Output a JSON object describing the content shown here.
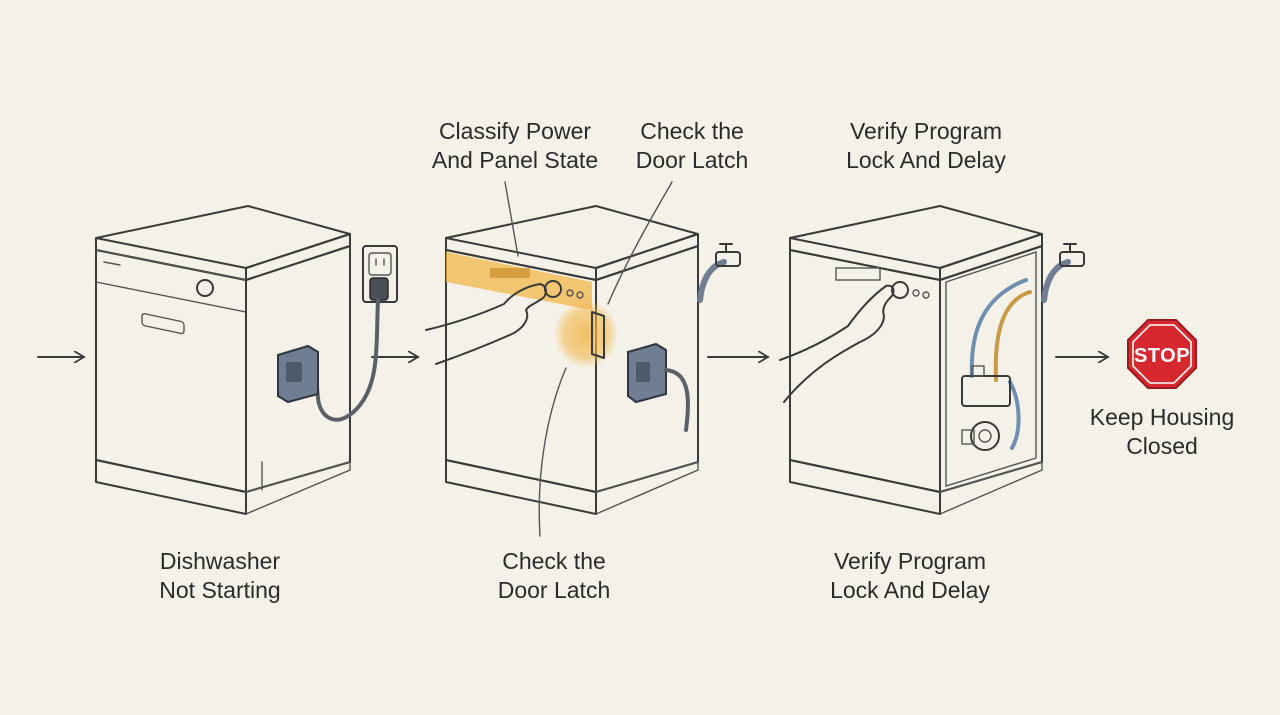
{
  "steps": {
    "start": {
      "line1": "Dishwasher",
      "line2": "Not Starting"
    },
    "classify": {
      "line1": "Classify Power",
      "line2": "And Panel State"
    },
    "latch_top": {
      "line1": "Check the",
      "line2": "Door Latch"
    },
    "latch_bottom": {
      "line1": "Check the",
      "line2": "Door Latch"
    },
    "program_top": {
      "line1": "Verify Program",
      "line2": "Lock And Delay"
    },
    "program_bottom": {
      "line1": "Verify Program",
      "line2": "Lock And Delay"
    },
    "end": {
      "line1": "Keep Housing",
      "line2": "Closed"
    }
  },
  "stop_sign": {
    "text": "STOP",
    "color": "#d7282f"
  },
  "colors": {
    "highlight": "#f2b64a",
    "ink": "#3a3a3a",
    "background": "#f4f1e8"
  },
  "icons": [
    "dishwasher-illustration",
    "wall-outlet-icon",
    "junction-box-icon",
    "water-valve-icon",
    "hand-icon",
    "stop-sign-icon",
    "arrow-right-icon"
  ]
}
